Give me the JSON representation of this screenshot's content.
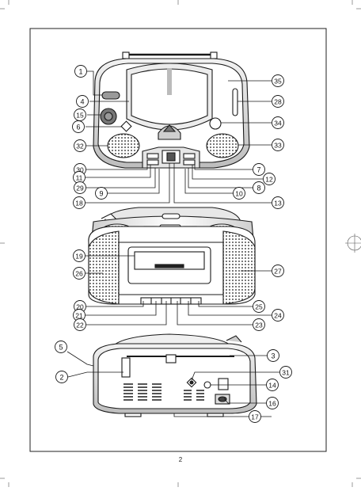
{
  "page": {
    "number": "2"
  },
  "callouts": {
    "top": [
      "1",
      "35",
      "4",
      "28",
      "15",
      "34",
      "6",
      "33",
      "32",
      "30",
      "7",
      "11",
      "12",
      "29",
      "8",
      "9",
      "10",
      "18",
      "13"
    ],
    "middle": [
      "19",
      "26",
      "27",
      "20",
      "25",
      "21",
      "24",
      "22",
      "23"
    ],
    "bottom": [
      "5",
      "3",
      "2",
      "31",
      "14",
      "16",
      "17"
    ]
  },
  "colors": {
    "ink": "#1a1a1a",
    "shade": "#bfbfbf",
    "light": "#e8e8e8",
    "mid": "#d0d0d0"
  }
}
